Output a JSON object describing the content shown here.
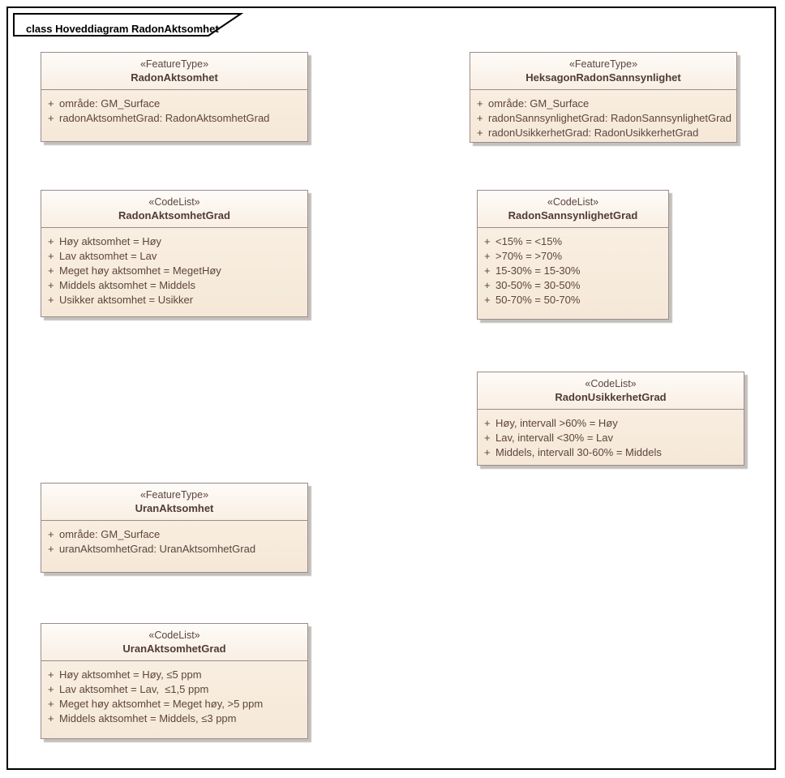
{
  "diagram": {
    "frame_title": "class Hoveddiagram RadonAktsomhet",
    "visibility_symbol": "+",
    "colors": {
      "frame_border": "#000000",
      "box_border": "#9d8b8b",
      "box_header_bg": "#fcf7f0",
      "box_body_bg": "#f7ecdd",
      "box_text": "#5c453e",
      "shadow": "#c3c0bc"
    },
    "classes": [
      {
        "stereotype": "«FeatureType»",
        "name": "RadonAktsomhet",
        "attributes": [
          "område: GM_Surface",
          "radonAktsomhetGrad: RadonAktsomhetGrad"
        ]
      },
      {
        "stereotype": "«FeatureType»",
        "name": "HeksagonRadonSannsynlighet",
        "attributes": [
          "område: GM_Surface",
          "radonSannsynlighetGrad: RadonSannsynlighetGrad",
          "radonUsikkerhetGrad: RadonUsikkerhetGrad"
        ]
      },
      {
        "stereotype": "«CodeList»",
        "name": "RadonAktsomhetGrad",
        "attributes": [
          "Høy aktsomhet = Høy",
          "Lav aktsomhet = Lav",
          "Meget høy aktsomhet = MegetHøy",
          "Middels aktsomhet = Middels",
          "Usikker aktsomhet = Usikker"
        ]
      },
      {
        "stereotype": "«CodeList»",
        "name": "RadonSannsynlighetGrad",
        "attributes": [
          "<15% = <15%",
          ">70% = >70%",
          "15-30% = 15-30%",
          "30-50% = 30-50%",
          "50-70% = 50-70%"
        ]
      },
      {
        "stereotype": "«CodeList»",
        "name": "RadonUsikkerhetGrad",
        "attributes": [
          "Høy, intervall >60% = Høy",
          "Lav, intervall <30% = Lav",
          "Middels, intervall 30-60% = Middels"
        ]
      },
      {
        "stereotype": "«FeatureType»",
        "name": "UranAktsomhet",
        "attributes": [
          "område: GM_Surface",
          "uranAktsomhetGrad: UranAktsomhetGrad"
        ]
      },
      {
        "stereotype": "«CodeList»",
        "name": "UranAktsomhetGrad",
        "attributes": [
          "Høy aktsomhet = Høy, ≤5 ppm",
          "Lav aktsomhet = Lav,  ≤1,5 ppm",
          "Meget høy aktsomhet = Meget høy, >5 ppm",
          "Middels aktsomhet = Middels, ≤3 ppm"
        ]
      }
    ]
  }
}
